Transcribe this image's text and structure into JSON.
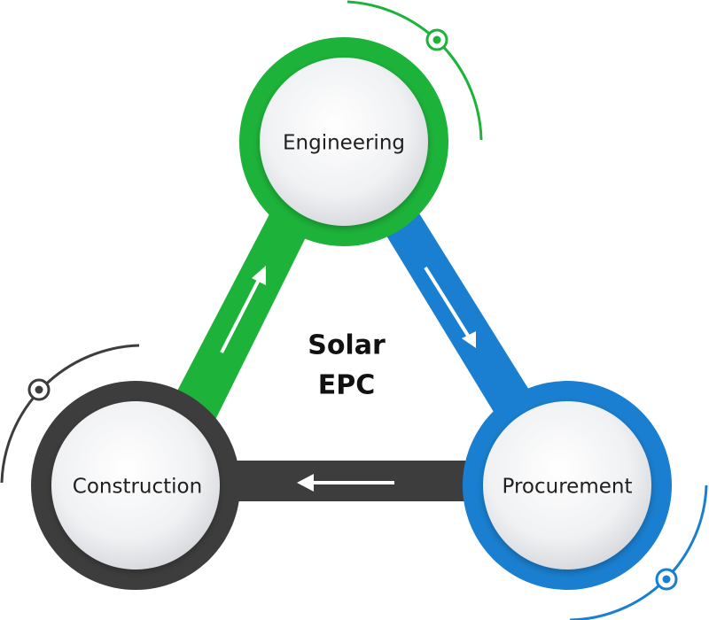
{
  "diagram": {
    "center_title": {
      "line1": "Solar",
      "line2": "EPC"
    },
    "nodes": [
      {
        "id": "engineering",
        "label": "Engineering",
        "color": "#1db33a"
      },
      {
        "id": "procurement",
        "label": "Procurement",
        "color": "#1a7fd0"
      },
      {
        "id": "construction",
        "label": "Construction",
        "color": "#3d3d3d"
      }
    ],
    "flow": [
      "construction",
      "engineering",
      "procurement",
      "construction"
    ],
    "colors": {
      "green": "#1db33a",
      "blue": "#1a7fd0",
      "dark": "#3d3d3d",
      "node_fill": "#f1f2f4",
      "arrow": "#ffffff"
    }
  }
}
